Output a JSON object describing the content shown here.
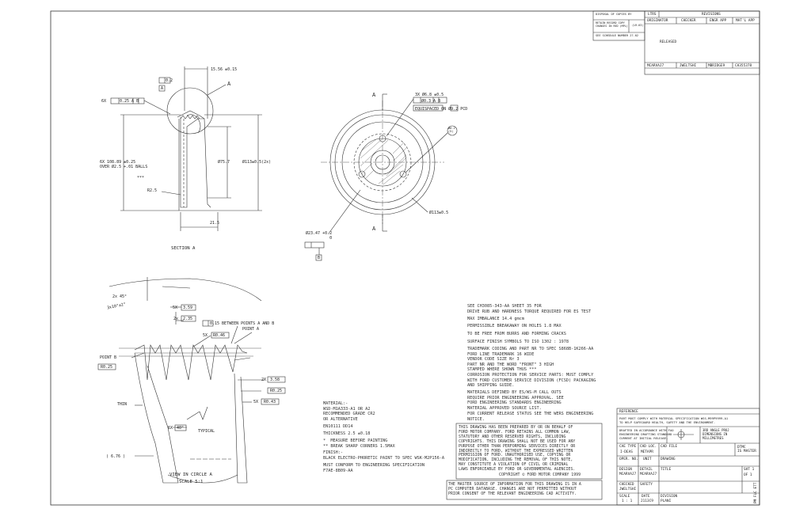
{
  "top_left_box": {
    "line1": "DISPOSAL OF COPIES BY",
    "line2": "RETAIN RECORD COPY\nCHANGES IN RED (MPL)",
    "line2b": "(LR-03)",
    "line3": "SEE SCHEDULE NUMBER 27.02"
  },
  "revisions": {
    "ltrs_label": "LTRS",
    "header": "REVISIONS",
    "columns": [
      "ORIGINATOR",
      "CHECKER",
      "ENGR APP",
      "MAT'L APP"
    ],
    "released": "RELEASED",
    "row": [
      "MCARVAJ7",
      "JWELTSHI",
      "MBRIDGE9",
      "CH355378"
    ]
  },
  "section_view": {
    "dim_top": "15.56 ±0.15",
    "label_a": "A",
    "fcf_flat": "0.2",
    "datum_a": "A",
    "fcf_holes": "6X",
    "fcf_holes_tol": "0.25 A B",
    "balls_dim": "6X 108.89 ±0.25\nOVER Ø2.5 +.01 BALLS",
    "stars": "***",
    "dia_75": "Ø75.7",
    "dia_113": "Ø113±0.5(2x)",
    "radius": "R2.5",
    "dim_bottom": "21.5",
    "caption": "SECTION A"
  },
  "front_view": {
    "holes": "3X Ø6.8 ±0.5",
    "hole_fcf": "Ø0.3 A B",
    "equal_spaced": "EQUISPACED ON Ø9.2 PCD",
    "bubble": "Ø0.2\n(5)",
    "dia_113": "Ø113±0.5",
    "dia_23": "Ø23.47 +0.2\n          0",
    "datum_b": "B",
    "label_a_top": "A",
    "label_a_bottom": "A"
  },
  "detail_view": {
    "angle_45": "2x 45°",
    "angle_3x": "3x10°±2°",
    "dim_5x": "5X",
    "box_359": "3.59",
    "dim_2x": "2x",
    "box_235": "2.35",
    "profile": "0.15 BETWEEN POINTS A AND B",
    "dim_5x_r": "5X",
    "box_r046": "R0.46",
    "point_a": "POINT A",
    "point_b": "POINT B",
    "box_r025_l": "R0.25",
    "dim_2x_r": "2X",
    "box_358": "3.58",
    "box_r025_r": "R0.25",
    "dim_5x_b": "5X",
    "box_r043": "R0.43",
    "thin": "THIN",
    "angle_40": "6X",
    "box_40": "40°",
    "typical": "TYPICAL",
    "dim_676": "( 6.76 )",
    "caption": "VIEW IN CIRCLE A",
    "scale": "SCALE 5:1"
  },
  "material_notes": {
    "material": "MATERIAL:-\nWSD-M1A333-A1 OR A2\nRECOMMENDED GRADE CR2\nOR ALTERNATIVE",
    "en": "EN10111 DD14",
    "thickness": "THICKNESS 2.5 ±0.18",
    "measure": "*  MEASURE BEFORE PAINTING\n** BREAK SHARP CORNERS 1.5MAX",
    "finish": "FINISH:-\nBLACK ELECTRO-PHORETIC PAINT TO SPEC WSK-M2P156-A",
    "conform": "MUST CONFORM TO ENGINEERING SPECIFICATION\nF7AE-8B09-AA"
  },
  "general_notes": {
    "n1": "SEE CH3085-343-AA SHEET 35 FOR\nDRIVE RUB AND HARDNESS TORQUE REQUIRED FOR ES TEST",
    "n2": "MAX IMBALANCE 14.4 gmcm",
    "n3": "PERMISSIBLE BREAKAWAY ON HOLES 1.8 MAX",
    "n4": "TO BE FREE FROM BURRS AND FORMING CRACKS",
    "n5": "SURFACE FINISH SYMBOLS TO ISO 1302 : 1978",
    "n6": "TRADEMARK CODING AND PART NR TO SPEC S868B-1K266-AA\nFORD LINE TRADEMARK 16 WIDE\nVENDOR CODE SIZE Nr 3\nPART NR AND THE WORD \"FRONT\" 3 HIGH\nSTAMPED WHERE SHOWN THUS ***",
    "n7": "CORROSION PROTECTION FOR SERVICE PARTS: MUST COMPLY\nWITH FORD CUSTOMER SERVICE DIVISION (FCSD) PACKAGING\nAND SHIPPING GUIDE.",
    "n8": "MATERIALS DEFINED BY ES/WS-M CALL OUTS\nREQUIRE PRIOR ENGINEERING APPROVAL. SEE\nFORD ENGINEERING STANDARDS ENGINEERING\nMATERIAL APPROVED SOURCE LIST.",
    "n9": "FOR CURRENT RELEASE STATUS SEE THE WERS ENGINEERING\nNOTICE.",
    "legal": "THIS DRAWING HAS BEEN PREPARED BY OR ON BEHALF OF\nFORD MOTOR COMPANY. FORD RETAINS ALL COMMON LAW,\nSTATUTORY AND OTHER RESERVED RIGHTS, INCLUDING\nCOPYRIGHTS. THIS DRAWING SHALL NOT BE USED FOR ANY\nPURPOSE OTHER THAN PERFORMING SERVICES DIRECTLY OR\nINDIRECTLY TO FORD, WITHOUT THE EXPRESSED WRITTEN\nPERMISSION OF FORD. UNAUTHORISED USE, COPYING OR\nMODIFICATION, INCLUDING THE REMOVAL OF THIS NOTE,\nMAY CONSTITUTE A VIOLATION OF CIVIL OR CRIMINAL\nLAWS ENFORCEABLE BY FORD OR GOVERNMENTAL AGENCIES.",
    "copyright": "COPYRIGHT © FORD MOTOR COMPANY 1999",
    "master": "THE MASTER SOURCE OF INFORMATION FOR THIS DRAWING IS IN A\nPC COMPUTER DATABASE. CHANGES ARE NOT PERMITTED WITHOUT\nPRIOR CONSENT OF THE RELEVANT ENGINEERING CAD ACTIVITY."
  },
  "title_block": {
    "reference": "REFERENCE",
    "comply": "PART MUST COMPLY WITH MATERIAL SPECIFICATION WSS-M99P9999-A1\nTO HELP SAFEGUARD HEALTH, SAFETY AND THE ENVIRONMENT.",
    "drafted": "DRAFTED IN ACCORDANCE WITH FAO\nENGINEERING DRAFTING STANDARD\nCURRENT AT INITIAL RELEASE.",
    "angle": "3RD ANGLE PROJ\nDIMENSIONS IN\nMILLIMETRES",
    "cad_type_label": "CAE TYPE",
    "cad_type": "I-DEAS",
    "cad_loc_label": "CAD LOC.",
    "cad_loc": "METAPR",
    "cad_file_label": "CAD FILE",
    "dtmc": "DTMC\nIS MASTER",
    "oper_label": "OPER. NO.",
    "unit_label": "UNIT",
    "drawing_label": "DRAWING",
    "design_label": "DESIGN",
    "design": "MCARVAJ7",
    "detail_label": "DETAIL",
    "detail": "MCARVAJ7",
    "title_label": "TITLE",
    "sht": "SHT 1",
    "of": "OF 1",
    "checked_label": "CHECKED",
    "checked": "JWELTSHI",
    "safety_label": "SAFETY",
    "scale_label": "SCALE",
    "scale": "1 : 1",
    "date_label": "DATE",
    "date": "2113C9",
    "division_label": "DIVISION",
    "division": "PLANI",
    "side_code": "PM FLC ETT"
  }
}
